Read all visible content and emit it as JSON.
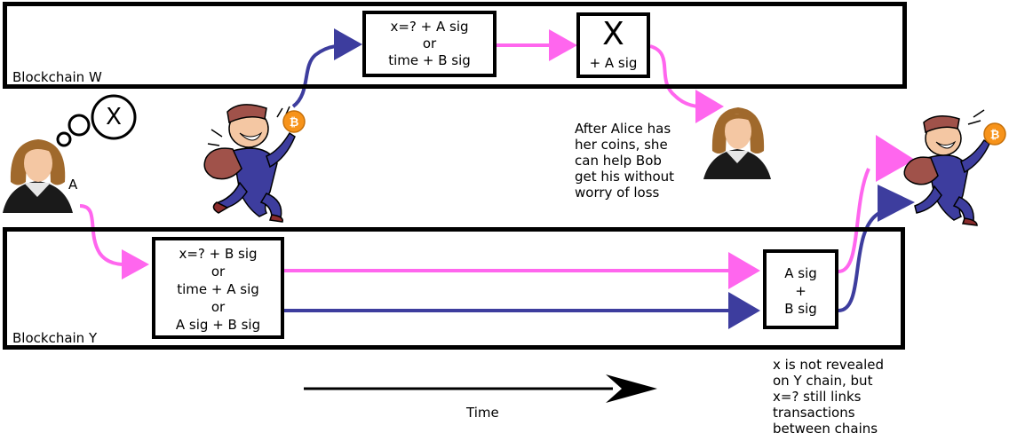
{
  "chains": {
    "w_label": "Blockchain W",
    "y_label": "Blockchain Y"
  },
  "tx_w_escrow": {
    "line1": "x=? + A sig",
    "line2": "or",
    "line3": "time + B sig"
  },
  "tx_w_claim": {
    "secret": "X",
    "sig": "+ A sig"
  },
  "tx_y_escrow": {
    "line1": "x=? + B sig",
    "line2": "or",
    "line3": "time + A sig",
    "line4": "or",
    "line5": "A sig + B sig"
  },
  "tx_y_claim": {
    "line1": "A sig",
    "line2": "+",
    "line3": "B sig"
  },
  "alice": {
    "thought_secret": "X",
    "label": "A"
  },
  "notes": {
    "after_alice": [
      "After Alice has",
      "her coins, she",
      "can help Bob",
      "get his without",
      "worry of loss"
    ],
    "x_not_revealed": [
      "x is not revealed",
      "on Y chain, but",
      "x=? still links",
      "transactions",
      "between chains"
    ]
  },
  "time_label": "Time",
  "colors": {
    "alice": "#ff66ee",
    "bob": "#3d3d9e",
    "bitcoin": "#f7931a"
  }
}
